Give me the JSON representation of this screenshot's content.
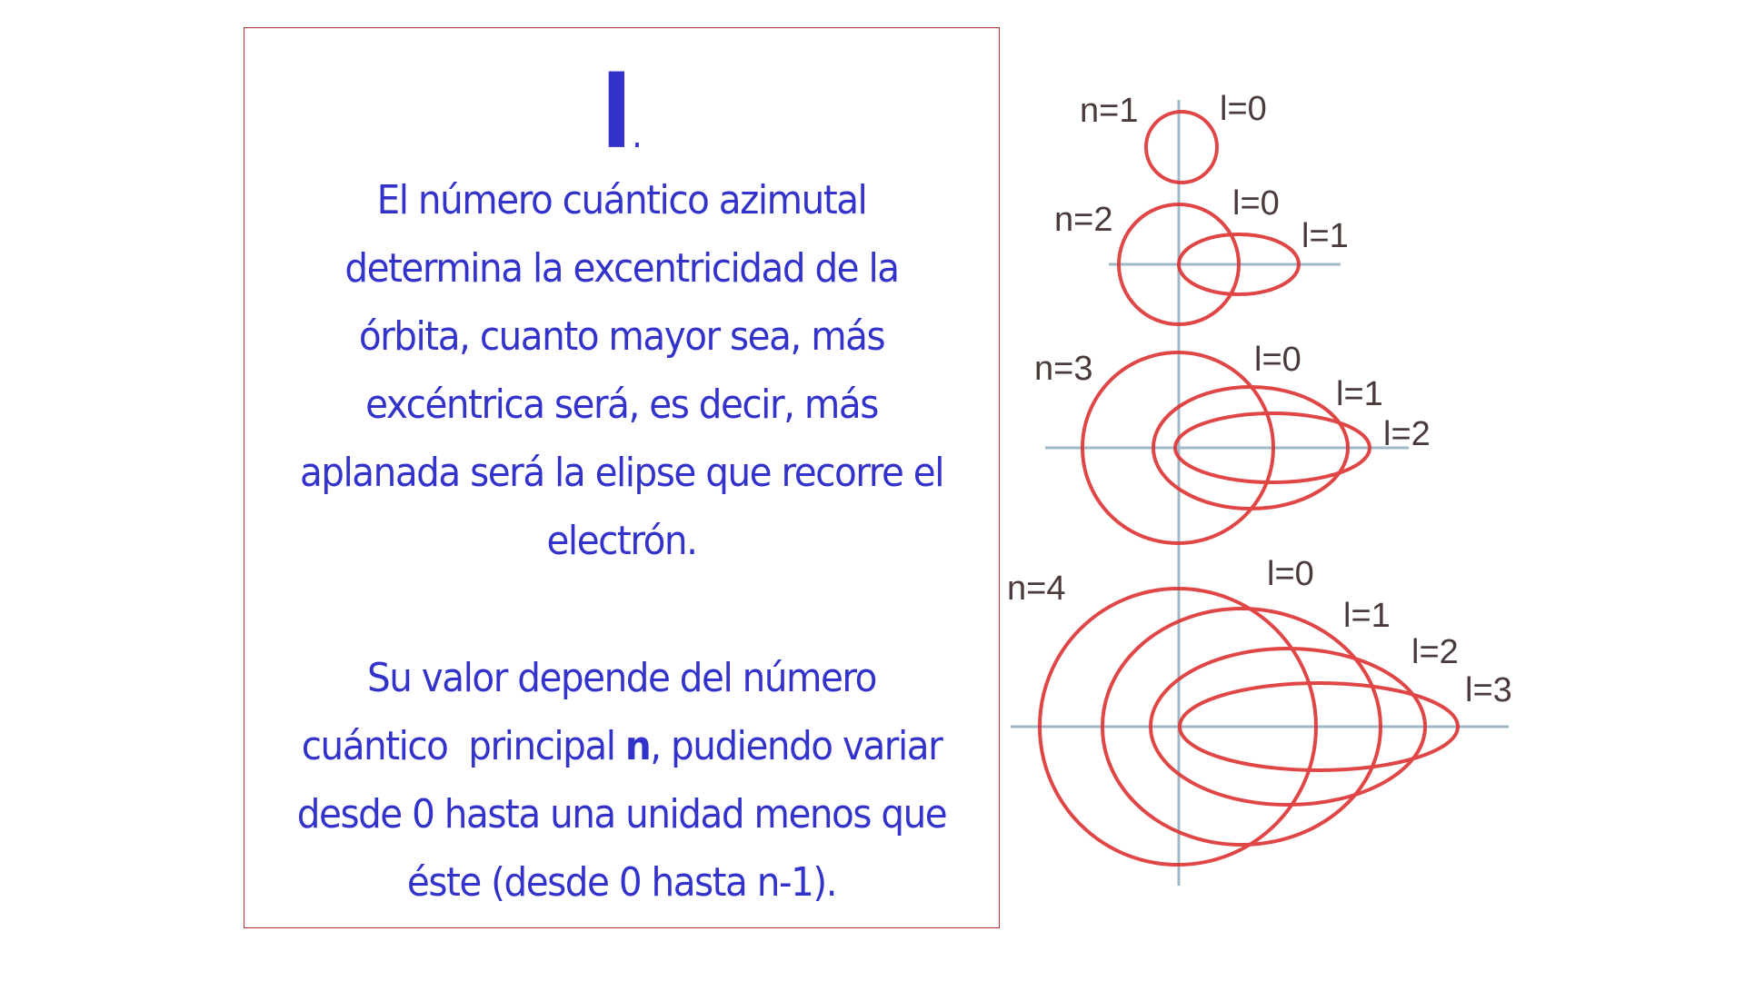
{
  "slide": {
    "heading_letter": "l",
    "heading_dot": ".",
    "paragraph1_lines": [
      "El número cuántico azimutal",
      "determina la excentricidad de la",
      "órbita, cuanto mayor sea, más",
      "excéntrica será, es decir, más",
      "aplanada será la elipse que recorre el",
      "electrón."
    ],
    "paragraph2": {
      "line1": "Su valor depende del número",
      "line2_pre": "cuántico  principal ",
      "line2_bold": "n",
      "line2_post": ", pudiendo variar",
      "line3": "desde 0 hasta una unidad menos que",
      "line4": "éste (desde 0 hasta n-1)."
    },
    "colors": {
      "text": "#3333cc",
      "border": "#b03030",
      "orbit": "#dd3333",
      "axis": "#9fb8c8"
    }
  },
  "diagram": {
    "groups": [
      {
        "n_label": "n=1",
        "l_labels": [
          "l=0"
        ]
      },
      {
        "n_label": "n=2",
        "l_labels": [
          "l=0",
          "l=1"
        ]
      },
      {
        "n_label": "n=3",
        "l_labels": [
          "l=0",
          "l=1",
          "l=2"
        ]
      },
      {
        "n_label": "n=4",
        "l_labels": [
          "l=0",
          "l=1",
          "l=2",
          "l=3"
        ]
      }
    ]
  }
}
